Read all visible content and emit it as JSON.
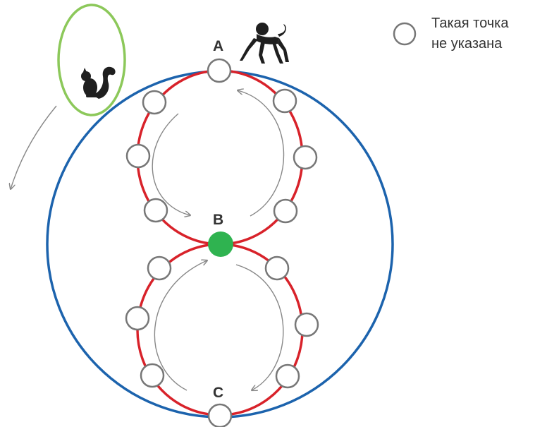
{
  "points": {
    "a": {
      "label": "A"
    },
    "b": {
      "label": "B"
    },
    "c": {
      "label": "C"
    }
  },
  "legend": {
    "line1": "Такая точка",
    "line2": "не указана",
    "marker_icon": "empty-point-circle"
  },
  "characters": {
    "monkey_icon": "monkey-icon",
    "squirrel_icon": "squirrel-icon"
  },
  "colors": {
    "outer_circle": "#1c63ad",
    "figure_eight": "#d8222a",
    "squirrel_loop": "#8cc85a",
    "point_b": "#2fb350",
    "empty_point_stroke": "#777777",
    "arrows": "#888888"
  }
}
